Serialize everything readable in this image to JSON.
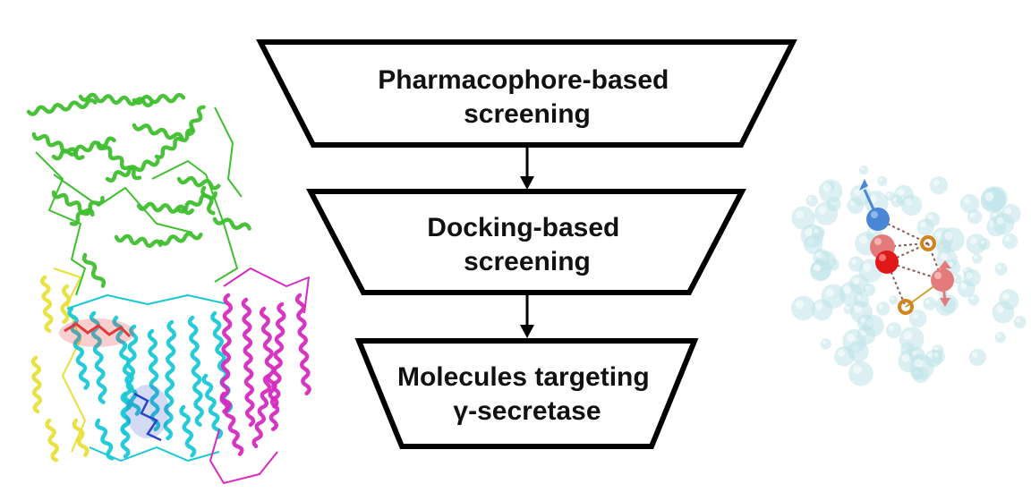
{
  "colors": {
    "funnel_stroke": "#000000",
    "funnel_fill": "#ffffff",
    "arrow": "#000000",
    "protein_green": "#3fbf2f",
    "protein_cyan": "#19c8d6",
    "protein_magenta": "#d52bc0",
    "protein_yellow": "#e8e03a",
    "ligand_red": "#e23a3a",
    "ligand_blue": "#2a46c8",
    "pharm_halo": "#bfe4ea",
    "pharm_blue": "#4a86d6",
    "pharm_red": "#e01818",
    "pharm_pink": "#e47b7b",
    "pharm_orange": "#d2851f"
  },
  "funnel": {
    "stages": [
      {
        "id": "pharmacophore",
        "lines": [
          "Pharmacophore-based",
          "screening"
        ]
      },
      {
        "id": "docking",
        "lines": [
          "Docking-based",
          "screening"
        ]
      },
      {
        "id": "targets",
        "lines": [
          "Molecules targeting",
          "γ-secretase"
        ]
      }
    ]
  },
  "images": {
    "protein_structure": "gamma-secretase-ribbon-illustration",
    "pharmacophore_model": "pharmacophore-feature-spheres"
  }
}
